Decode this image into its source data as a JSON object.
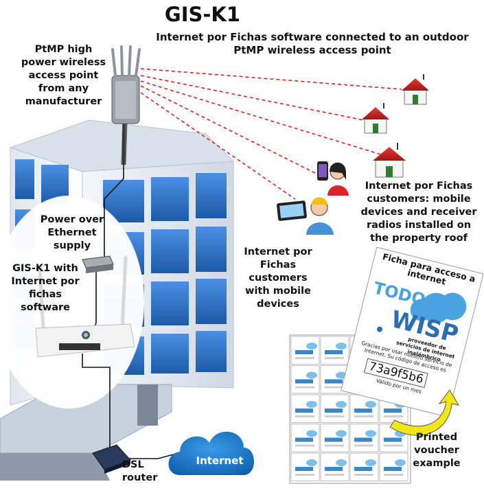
{
  "title": "GIS-K1",
  "subtitle": "Internet por Fichas software connected to an outdoor PtMP wireless access point",
  "labels": {
    "ap": "PtMP high power wireless access point from any manufacturer",
    "poe": "Power over Ethernet supply",
    "gis": "GIS-K1 with Internet por fichas software",
    "customers_roof": "Internet por Fichas customers: mobile devices and receiver radios installed on the property roof",
    "customers_mobile": "Internet por Fichas customers with mobile devices",
    "dsl": "DSL router",
    "internet": "Internet",
    "voucher_example": "Printed voucher example"
  },
  "voucher": {
    "heading": "Ficha para acceso a internet",
    "brand_top": "TODO",
    "brand_main": "WISP",
    "brand_tagline": "proveedor de servicios de internet inalámbrico",
    "thanks": "Gracias por usar nuestro servicio de Internet. Su código de acceso es",
    "code": "73a9f5b6",
    "validity": "Válido por un mes"
  },
  "colors": {
    "wireless_link": "#e02020",
    "building_window": "#2b6fc4",
    "cloud": "#1677c8",
    "arrow": "#f3e617"
  }
}
